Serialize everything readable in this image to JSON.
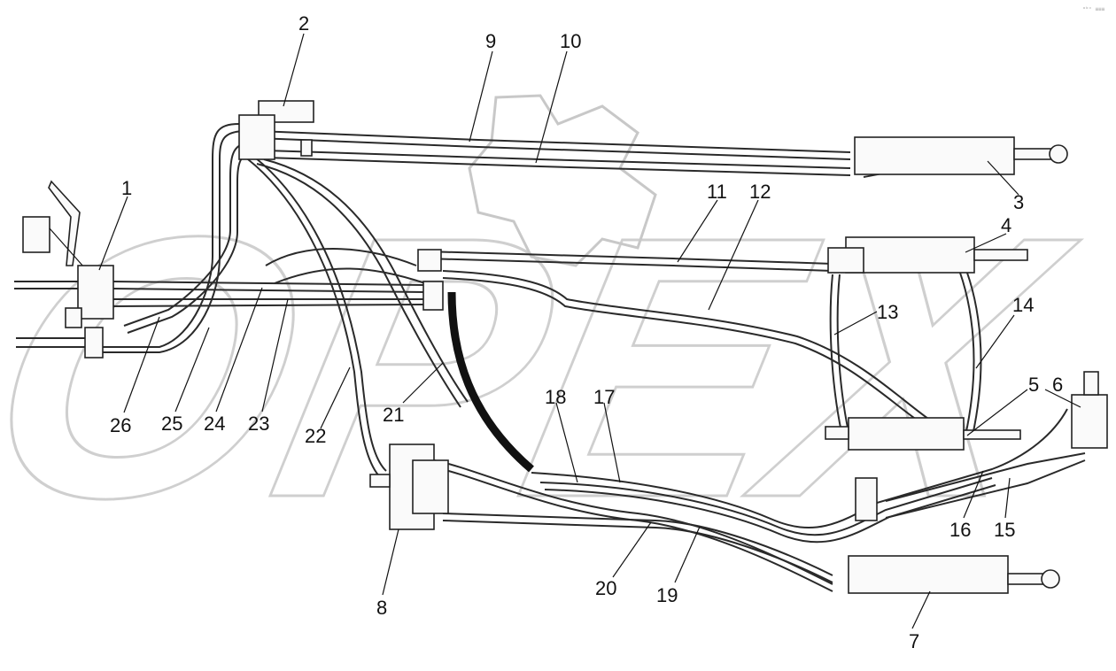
{
  "callouts": {
    "c1": "1",
    "c2": "2",
    "c3": "3",
    "c4": "4",
    "c5": "5",
    "c6": "6",
    "c7": "7",
    "c8": "8",
    "c9": "9",
    "c10": "10",
    "c11": "11",
    "c12": "12",
    "c13": "13",
    "c14": "14",
    "c15": "15",
    "c16": "16",
    "c17": "17",
    "c18": "18",
    "c19": "19",
    "c20": "20",
    "c21": "21",
    "c22": "22",
    "c23": "23",
    "c24": "24",
    "c25": "25",
    "c26": "26"
  },
  "watermark": "OPEX",
  "corner_mark": "ᵃᵇᶜ ≡≡≡",
  "colors": {
    "line": "#2a2a2a",
    "watermark": "#c8c8c8",
    "background": "#ffffff"
  }
}
